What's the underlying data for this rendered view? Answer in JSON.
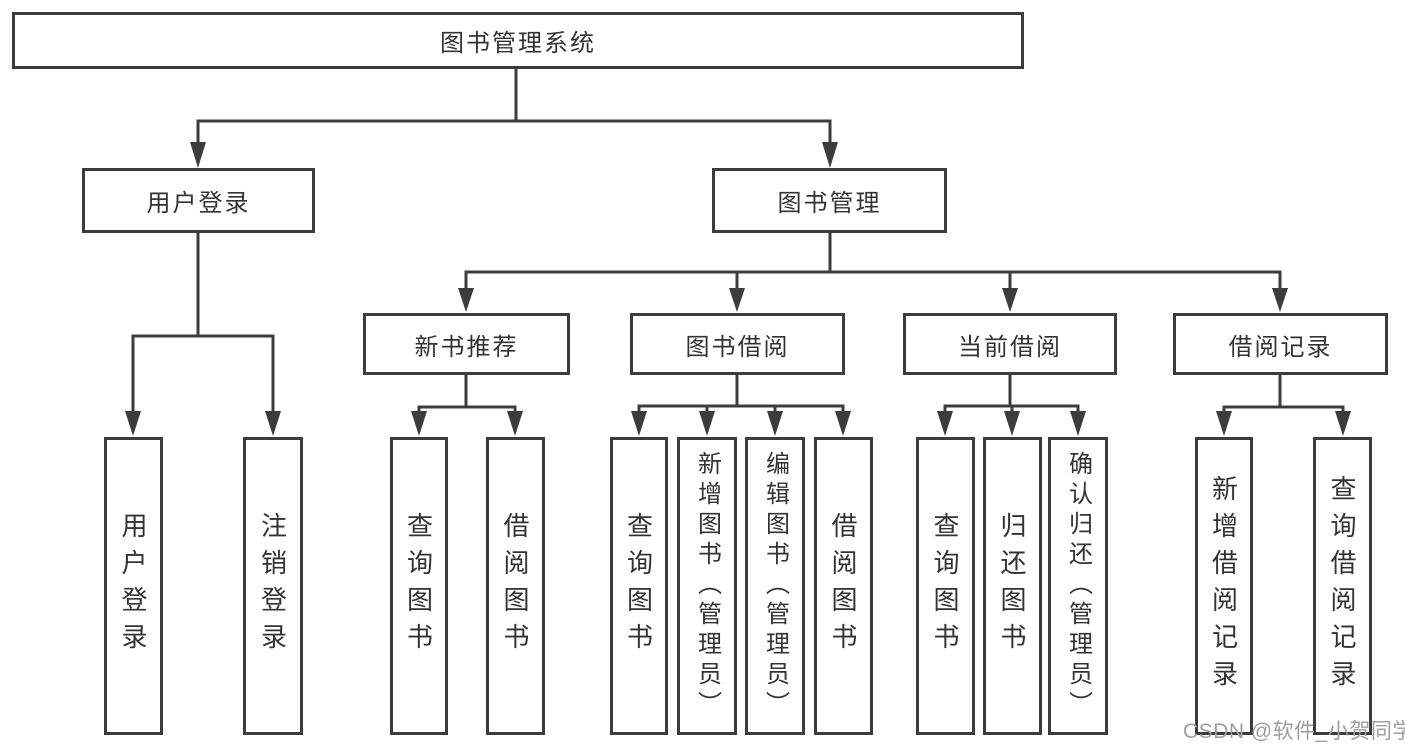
{
  "diagram": {
    "root": {
      "label": "图书管理系统"
    },
    "level2": {
      "user_login": {
        "label": "用户登录"
      },
      "book_mgmt": {
        "label": "图书管理"
      }
    },
    "level3": {
      "new_book": {
        "label": "新书推荐"
      },
      "borrow": {
        "label": "图书借阅"
      },
      "current": {
        "label": "当前借阅"
      },
      "records": {
        "label": "借阅记录"
      }
    },
    "leaves": {
      "user_login": [
        "用户登录",
        "注销登录"
      ],
      "new_book": [
        "查询图书",
        "借阅图书"
      ],
      "borrow": [
        "查询图书",
        "新增图书（管理员）",
        "编辑图书（管理员）",
        "借阅图书"
      ],
      "current": [
        "查询图书",
        "归还图书",
        "确认归还（管理员）"
      ],
      "records": [
        "新增借阅记录",
        "查询借阅记录"
      ]
    }
  },
  "watermark": "CSDN @软件_小贺同学",
  "colors": {
    "line": "#3c3c3c",
    "text": "#333333",
    "watermark": "#9e9e9e",
    "background": "#ffffff"
  }
}
